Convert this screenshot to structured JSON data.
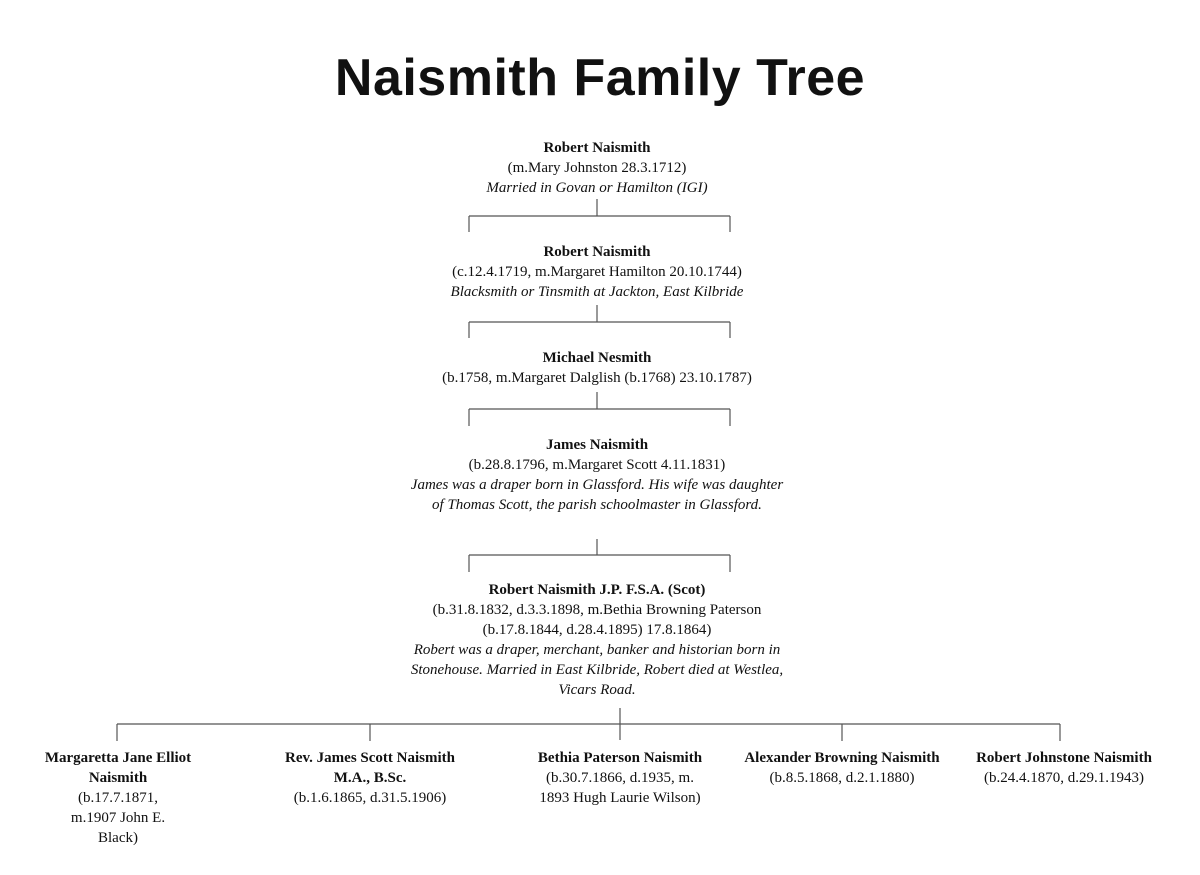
{
  "title": "Naismith Family Tree",
  "generations": [
    {
      "name": "Robert Naismith",
      "details": "(m.Mary Johnston 28.3.1712)",
      "note": "Married in Govan or Hamilton (IGI)"
    },
    {
      "name": "Robert Naismith",
      "details": "(c.12.4.1719, m.Margaret Hamilton 20.10.1744)",
      "note": "Blacksmith or Tinsmith at Jackton, East Kilbride"
    },
    {
      "name": "Michael Nesmith",
      "details": "(b.1758, m.Margaret Dalglish (b.1768) 23.10.1787)",
      "note": ""
    },
    {
      "name": "James Naismith",
      "details": "(b.28.8.1796, m.Margaret Scott 4.11.1831)",
      "note": "James was a draper born in Glassford. His wife was daughter of Thomas Scott, the parish schoolmaster in Glassford."
    },
    {
      "name": "Robert Naismith J.P. F.S.A. (Scot)",
      "details": "(b.31.8.1832, d.3.3.1898, m.Bethia Browning Paterson (b.17.8.1844, d.28.4.1895) 17.8.1864)",
      "note": "Robert was a draper, merchant, banker and historian born in Stonehouse. Married in East Kilbride, Robert died at Westlea, Vicars Road."
    }
  ],
  "children": [
    {
      "name": "Margaretta Jane Elliot Naismith",
      "details": "(b.17.7.1871, m.1907 John E. Black)"
    },
    {
      "name": "Rev. James Scott Naismith M.A., B.Sc.",
      "details": "(b.1.6.1865, d.31.5.1906)"
    },
    {
      "name": "Bethia Paterson Naismith",
      "details": "(b.30.7.1866, d.1935, m. 1893 Hugh Laurie Wilson)"
    },
    {
      "name": "Alexander Browning Naismith",
      "details": "(b.8.5.1868, d.2.1.1880)"
    },
    {
      "name": "Robert Johnstone Naismith",
      "details": "(b.24.4.1870, d.29.1.1943)"
    }
  ]
}
